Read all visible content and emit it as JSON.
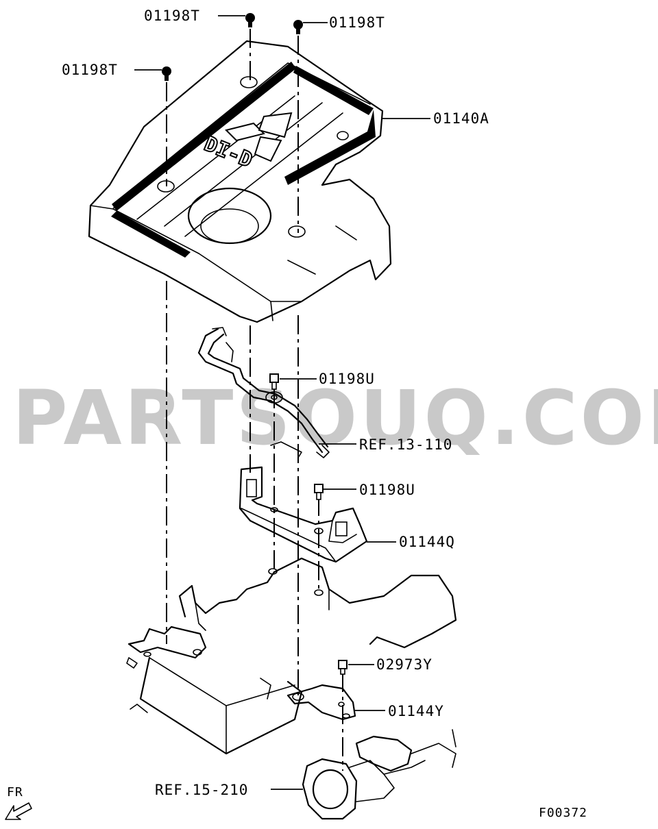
{
  "watermark": "PARTSOUQ.COM",
  "diagram_code": "F00372",
  "orientation_label": "FR",
  "callouts": [
    {
      "id": "c1",
      "label": "01198T"
    },
    {
      "id": "c2",
      "label": "01198T"
    },
    {
      "id": "c3",
      "label": "01198T"
    },
    {
      "id": "c4",
      "label": "01140A"
    },
    {
      "id": "c5",
      "label": "01198U"
    },
    {
      "id": "c6",
      "label": "REF.13-110"
    },
    {
      "id": "c7",
      "label": "01198U"
    },
    {
      "id": "c8",
      "label": "01144Q"
    },
    {
      "id": "c9",
      "label": "02973Y"
    },
    {
      "id": "c10",
      "label": "01144Y"
    },
    {
      "id": "c11",
      "label": "REF.15-210"
    }
  ],
  "cover_markings": [
    "DI-D"
  ]
}
